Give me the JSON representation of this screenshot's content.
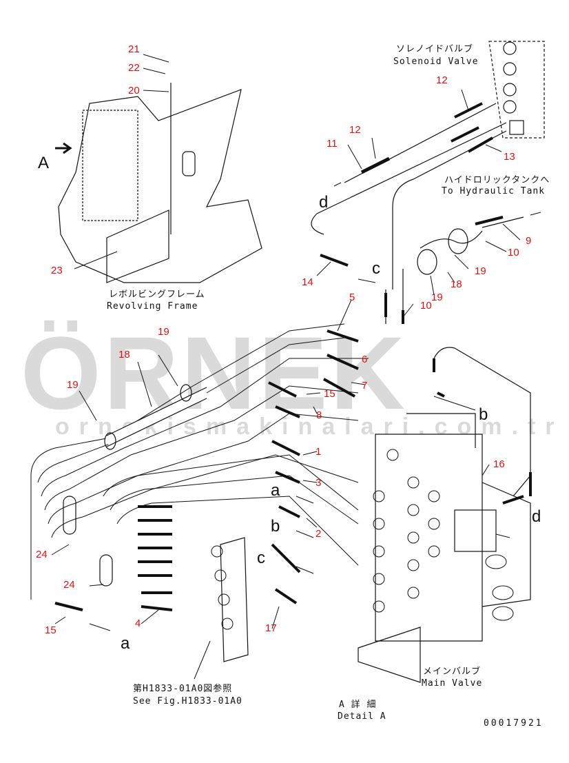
{
  "watermark": {
    "logo": "ÖRNEK",
    "url": "ornekismakinalari.com.tr"
  },
  "captions": {
    "solenoid_jp": "ソレノイドバルブ",
    "solenoid_en": "Solenoid Valve",
    "tank_jp": "ハイドロリックタンクへ",
    "tank_en": "To Hydraulic Tank",
    "frame_jp": "レボルビングフレーム",
    "frame_en": "Revolving Frame",
    "mainvalve_jp": "メインバルブ",
    "mainvalve_en": "Main Valve",
    "seefig_jp": "第H1833-01A0図参照",
    "seefig_en": "See Fig.H1833-01A0",
    "detail_jp": "A 詳 細",
    "detail_en": "Detail A",
    "drawing_no": "00017921"
  },
  "view_letters": {
    "A": "A",
    "a1": "a",
    "a2": "a",
    "b1": "b",
    "b2": "b",
    "c1": "c",
    "c2": "c",
    "d1": "d",
    "d2": "d"
  },
  "part_numbers": {
    "p21": "21",
    "p22": "22",
    "p20": "20",
    "p23": "23",
    "p12a": "12",
    "p12b": "12",
    "p11": "11",
    "p13": "13",
    "p9": "9",
    "p10a": "10",
    "p10b": "10",
    "p19a": "19",
    "p19b": "19",
    "p18a": "18",
    "p14": "14",
    "p5": "5",
    "p6": "6",
    "p7": "7",
    "p15a": "15",
    "p8": "8",
    "p1": "1",
    "p3": "3",
    "p2": "2",
    "p16": "16",
    "p17": "17",
    "p4": "4",
    "p15b": "15",
    "p24a": "24",
    "p24b": "24",
    "p19c": "19",
    "p19d": "19",
    "p18b": "18"
  }
}
